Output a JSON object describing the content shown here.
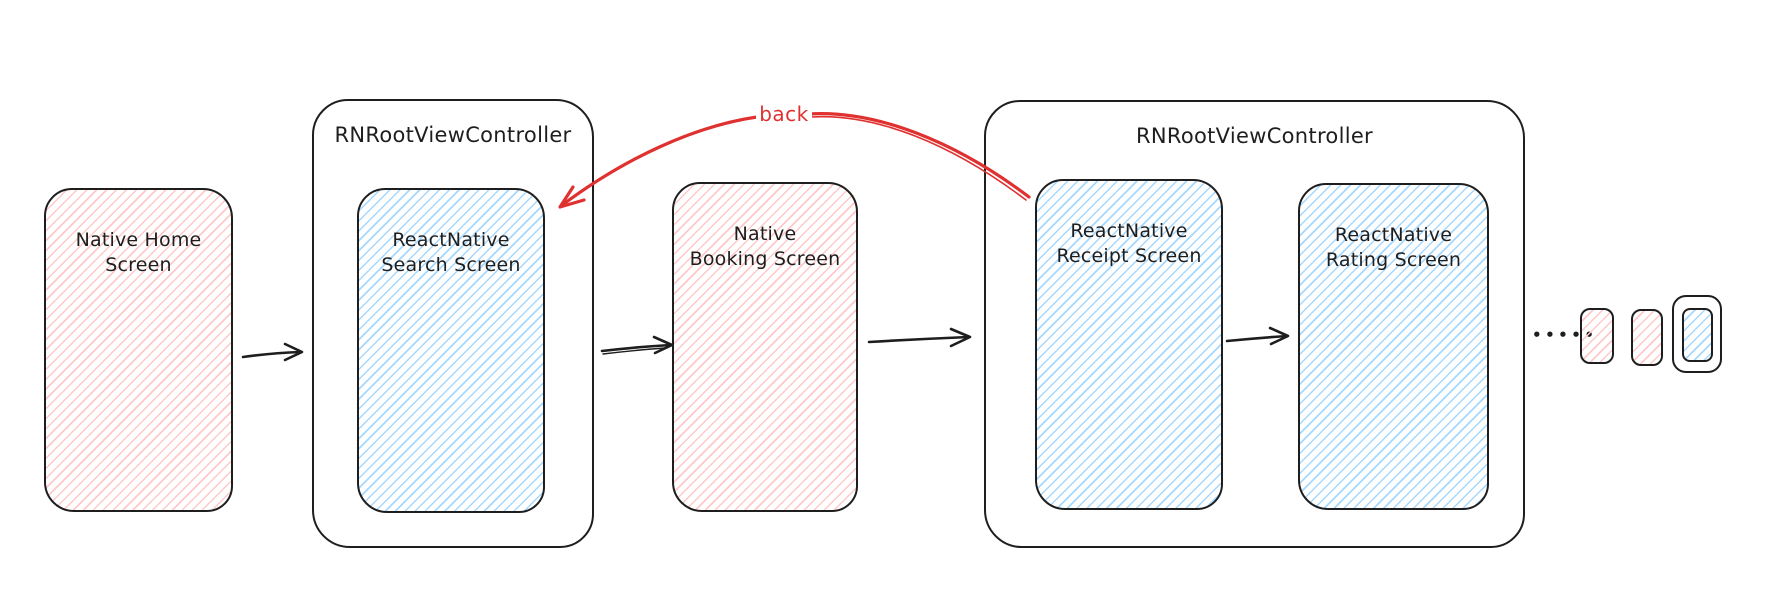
{
  "diagram": {
    "containers": [
      {
        "id": "rnroot-1",
        "label": "RNRootViewController"
      },
      {
        "id": "rnroot-2",
        "label": "RNRootViewController"
      }
    ],
    "screens": [
      {
        "id": "home",
        "kind": "native",
        "lines": [
          "Native Home",
          "Screen"
        ]
      },
      {
        "id": "search",
        "kind": "react-native",
        "lines": [
          "ReactNative",
          "Search Screen"
        ]
      },
      {
        "id": "booking",
        "kind": "native",
        "lines": [
          "Native",
          "Booking Screen"
        ]
      },
      {
        "id": "receipt",
        "kind": "react-native",
        "lines": [
          "ReactNative",
          "Receipt Screen"
        ]
      },
      {
        "id": "rating",
        "kind": "react-native",
        "lines": [
          "ReactNative",
          "Rating Screen"
        ]
      }
    ],
    "back_arrow": {
      "label": "back",
      "color": "#e03131"
    },
    "ellipsis": "•••••",
    "colors": {
      "stroke": "#1e1e1e",
      "native_screen_hatch": "#ffc9c9",
      "react_native_screen_hatch": "#a5d8ff",
      "back_arrow_red": "#e03131",
      "background": "#ffffff"
    }
  }
}
